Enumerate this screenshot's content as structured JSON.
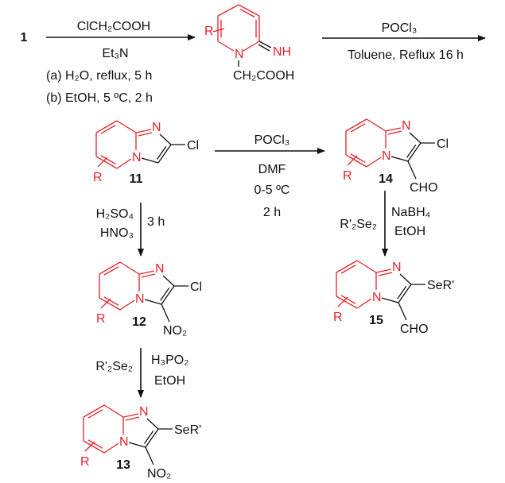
{
  "colors": {
    "ring": "#e8202a",
    "bond": "#111111"
  },
  "start_compound": "1",
  "step1": {
    "above": "ClCH₂COOH",
    "below": [
      "Et₃N",
      "(a) H₂O, reflux, 5 h",
      "(b) EtOH, 5 ºC, 2 h"
    ]
  },
  "intermediate": {
    "r": "R",
    "imine": "NH",
    "n": "N",
    "sidechain": "CH₂COOH"
  },
  "step2": {
    "above": "POCl₃",
    "below": "Toluene, Reflux 16 h"
  },
  "step3": {
    "above": "POCl₃",
    "below": [
      "DMF",
      "0-5 ºC",
      "2 h"
    ]
  },
  "step4": {
    "left": [
      "H₂SO₄",
      "HNO₃"
    ],
    "right": [
      "3 h"
    ]
  },
  "step5": {
    "left": [
      "R'₂Se₂"
    ],
    "right": [
      "NaBH₄",
      "EtOH"
    ]
  },
  "step6": {
    "left": [
      "R'₂Se₂"
    ],
    "right": [
      "H₃PO₂",
      "EtOH"
    ]
  },
  "compounds": [
    {
      "id": "11",
      "sub2": "Cl",
      "sub3": ""
    },
    {
      "id": "14",
      "sub2": "Cl",
      "sub3": "CHO"
    },
    {
      "id": "12",
      "sub2": "Cl",
      "sub3": "NO₂"
    },
    {
      "id": "15",
      "sub2": "SeR'",
      "sub3": "CHO"
    },
    {
      "id": "13",
      "sub2": "SeR'",
      "sub3": "NO₂"
    }
  ],
  "atom_labels": {
    "n": "N",
    "r": "R"
  }
}
